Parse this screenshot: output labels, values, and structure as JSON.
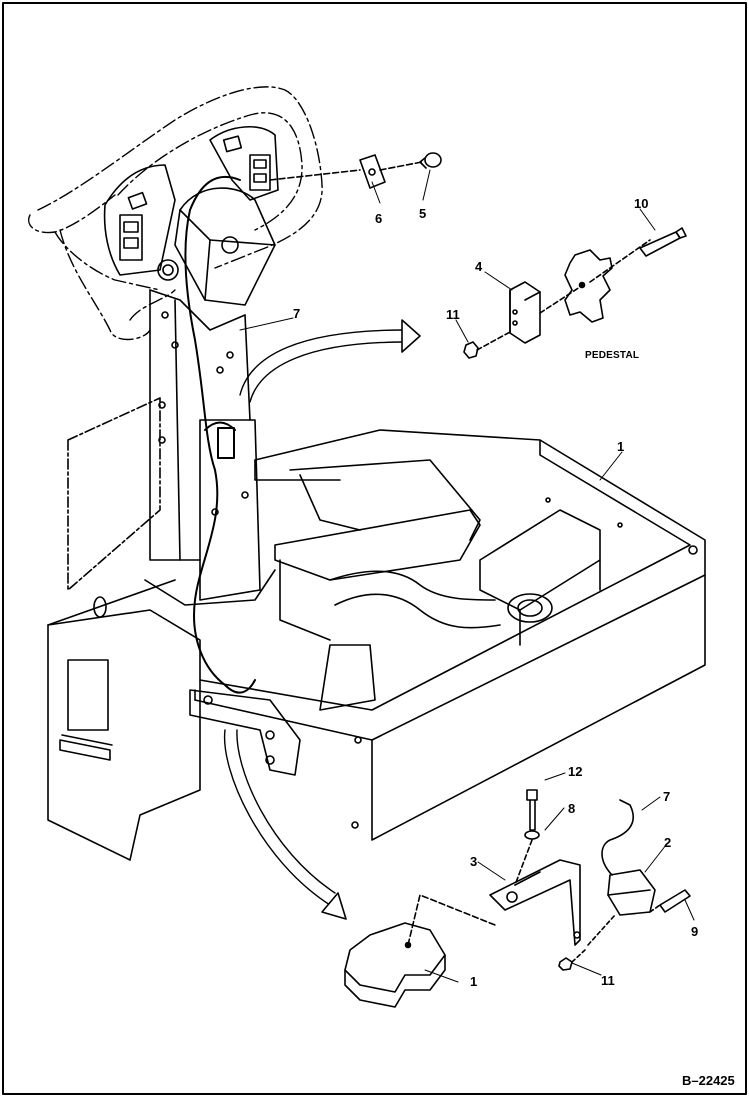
{
  "figure": {
    "reference_number": "B–22425",
    "label_pedestal": "PEDESTAL"
  },
  "callouts": {
    "c1_top": "1",
    "c1_bottom": "1",
    "c2": "2",
    "c3": "3",
    "c4": "4",
    "c5": "5",
    "c6": "6",
    "c7_top": "7",
    "c7_bottom": "7",
    "c8": "8",
    "c9": "9",
    "c10": "10",
    "c11_top": "11",
    "c11_bottom": "11",
    "c12": "12"
  },
  "colors": {
    "line": "#000000",
    "background": "#ffffff",
    "frame": "#000000"
  }
}
